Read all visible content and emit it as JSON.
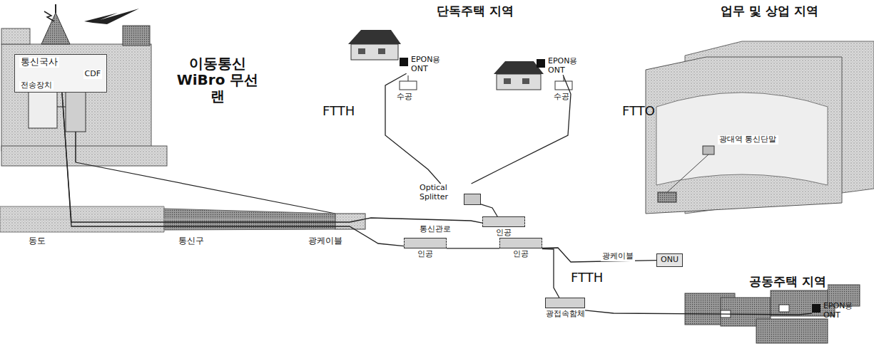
{
  "diagram": {
    "nodes": [
      {
        "text": [
          "통신국사",
          "CDF",
          "전송장치"
        ]
      },
      {
        "text": [
          "EPON용 ONT"
        ]
      },
      {
        "text": [
          "EPON용 ONT"
        ]
      },
      {
        "text": [
          "Optical Splitter"
        ]
      },
      {
        "text": [
          "인공"
        ]
      },
      {
        "text": [
          "인공"
        ]
      },
      {
        "text": [
          "인공"
        ]
      },
      {
        "text": [
          "ONU"
        ]
      },
      {
        "text": [
          "광접속함체"
        ]
      },
      {
        "text": [
          "EPON용 ONT"
        ]
      }
    ],
    "edges": [
      {
        "from": 0,
        "to": 4,
        "arrow": "none"
      },
      {
        "from": 0,
        "to": 5,
        "arrow": "none"
      },
      {
        "from": 5,
        "to": 6,
        "arrow": "none"
      },
      {
        "from": 6,
        "to": 7,
        "arrow": "none",
        "label": "광케이블"
      },
      {
        "from": 6,
        "to": 8,
        "arrow": "none"
      },
      {
        "from": 4,
        "to": 3,
        "arrow": "none"
      },
      {
        "from": 3,
        "to": 1,
        "arrow": "none"
      },
      {
        "from": 3,
        "to": 2,
        "arrow": "none"
      },
      {
        "from": 8,
        "to": 9,
        "arrow": "none"
      }
    ],
    "labels": [
      "단독주택 지역",
      "업무 및 상업 지역",
      "이동통신 WiBro 무선랜",
      "FTTH",
      "수공",
      "수공",
      "FTTO",
      "광대역 통신단말",
      "동도",
      "통신구",
      "광케이블",
      "통신관로",
      "공동주택 지역",
      "FTTH"
    ]
  }
}
